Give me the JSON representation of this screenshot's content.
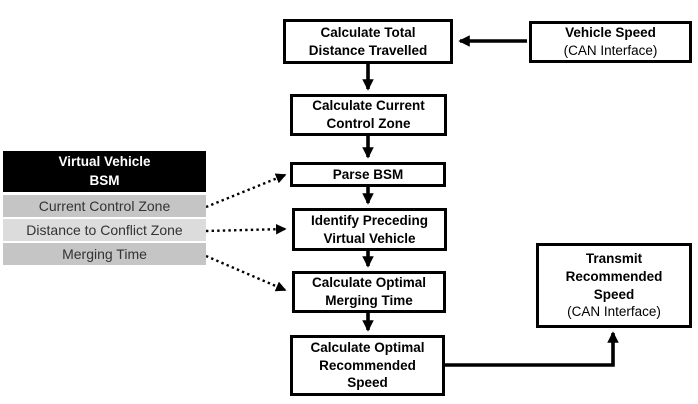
{
  "figure": {
    "type": "flowchart",
    "background": "#ffffff"
  },
  "boxes": {
    "calc_total": {
      "main": "Calculate Total\nDistance Travelled"
    },
    "vehicle_speed": {
      "main": "Vehicle Speed",
      "sub": "(CAN Interface)"
    },
    "calc_current": {
      "main": "Calculate Current\nControl Zone"
    },
    "parse_bsm": {
      "main": "Parse BSM"
    },
    "identify_preceding": {
      "main": "Identify Preceding\nVirtual Vehicle"
    },
    "calc_merging": {
      "main": "Calculate Optimal\nMerging Time"
    },
    "calc_recommended": {
      "main": "Calculate Optimal\nRecommended\nSpeed"
    },
    "transmit": {
      "main": "Transmit\nRecommended\nSpeed",
      "sub": "(CAN Interface)"
    }
  },
  "bsm_table": {
    "header": "Virtual Vehicle\nBSM",
    "rows": [
      "Current Control Zone",
      "Distance to Conflict Zone",
      "Merging Time"
    ]
  },
  "colors": {
    "box_border": "#000000",
    "box_fill": "#ffffff",
    "arrow": "#000000",
    "table_header_bg": "#000000",
    "table_header_text": "#ffffff",
    "table_row_dark": "#c5c5c5",
    "table_row_light": "#dcdcdc",
    "table_row_text": "#333333"
  }
}
